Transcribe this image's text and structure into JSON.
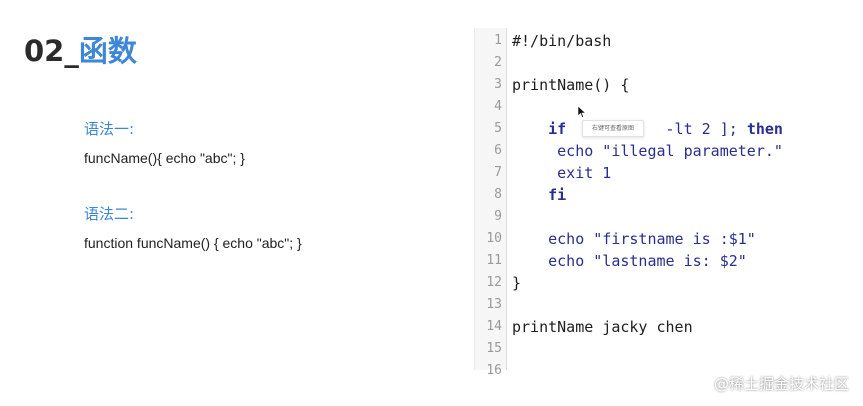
{
  "slide": {
    "title_prefix": "02_",
    "title_accent": "函数"
  },
  "syntax": [
    {
      "label": "语法一:",
      "code": "funcName(){ echo \"abc\"; }"
    },
    {
      "label": "语法二:",
      "code": "function funcName() { echo \"abc\"; }"
    }
  ],
  "editor": {
    "lines": [
      {
        "n": "1",
        "tokens": [
          {
            "t": "#!/bin/bash",
            "c": "plain"
          }
        ]
      },
      {
        "n": "2",
        "tokens": []
      },
      {
        "n": "3",
        "tokens": [
          {
            "t": "printName() {",
            "c": "plain"
          }
        ]
      },
      {
        "n": "4",
        "tokens": []
      },
      {
        "n": "5",
        "tokens": [
          {
            "t": "    ",
            "c": "plain"
          },
          {
            "t": "if",
            "c": "kw"
          },
          {
            "t": "           ",
            "c": "plain"
          },
          {
            "t": "-lt 2 ]; ",
            "c": "str"
          },
          {
            "t": "then",
            "c": "kw"
          }
        ]
      },
      {
        "n": "6",
        "tokens": [
          {
            "t": "     ",
            "c": "plain"
          },
          {
            "t": "echo \"illegal parameter.\"",
            "c": "str"
          }
        ]
      },
      {
        "n": "7",
        "tokens": [
          {
            "t": "     ",
            "c": "plain"
          },
          {
            "t": "exit 1",
            "c": "str"
          }
        ]
      },
      {
        "n": "8",
        "tokens": [
          {
            "t": "    ",
            "c": "plain"
          },
          {
            "t": "fi",
            "c": "kw"
          }
        ]
      },
      {
        "n": "9",
        "tokens": []
      },
      {
        "n": "10",
        "tokens": [
          {
            "t": "    ",
            "c": "plain"
          },
          {
            "t": "echo \"firstname is :$1\"",
            "c": "str"
          }
        ]
      },
      {
        "n": "11",
        "tokens": [
          {
            "t": "    ",
            "c": "plain"
          },
          {
            "t": "echo \"lastname is: $2\"",
            "c": "str"
          }
        ]
      },
      {
        "n": "12",
        "tokens": [
          {
            "t": "}",
            "c": "plain"
          }
        ]
      },
      {
        "n": "13",
        "tokens": []
      },
      {
        "n": "14",
        "tokens": [
          {
            "t": "printName jacky chen",
            "c": "plain"
          }
        ]
      },
      {
        "n": "15",
        "tokens": []
      },
      {
        "n": "16",
        "tokens": []
      }
    ],
    "tooltip": "右键可查看原图"
  },
  "watermark": "@稀土掘金技术社区",
  "colors": {
    "accent": "#3e86d6",
    "keyword": "#2a2e8f"
  }
}
